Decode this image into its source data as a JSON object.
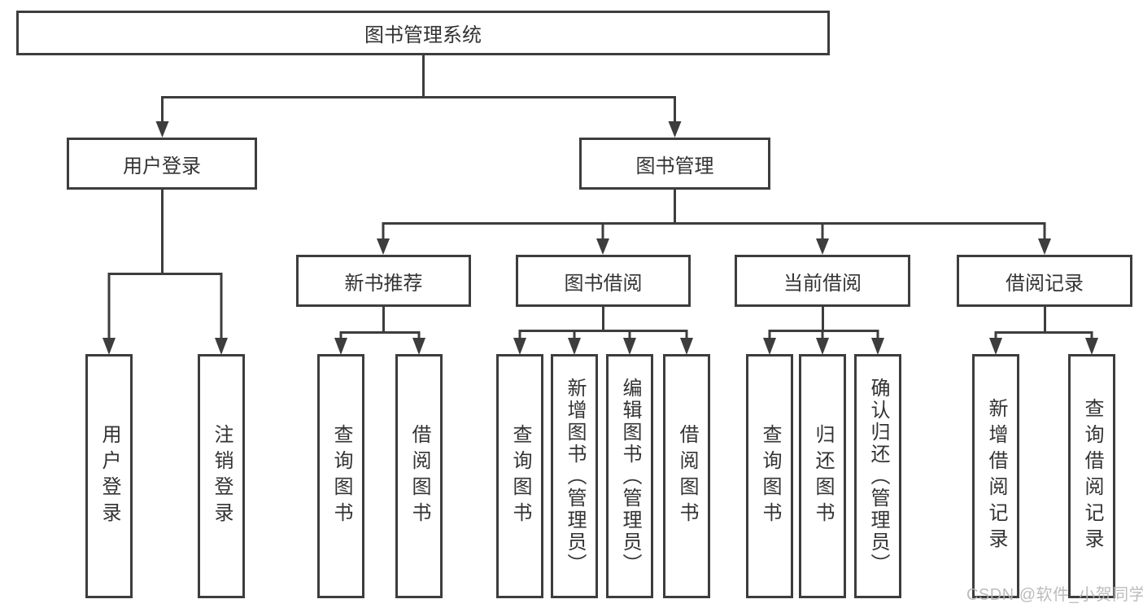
{
  "diagram": {
    "title": "图书管理系统",
    "type": "hierarchy-tree",
    "colors": {
      "line": "#3d3d3d",
      "box_border": "#3d3d3d",
      "box_fill": "#ffffff",
      "text": "#333333",
      "watermark": "#b5b5b5",
      "background": "#ffffff"
    },
    "root": {
      "label": "图书管理系统"
    },
    "branches": [
      {
        "label": "用户登录",
        "children": [
          {
            "label": "用户登录"
          },
          {
            "label": "注销登录"
          }
        ]
      },
      {
        "label": "图书管理",
        "children": [
          {
            "label": "新书推荐",
            "children": [
              {
                "label": "查询图书"
              },
              {
                "label": "借阅图书"
              }
            ]
          },
          {
            "label": "图书借阅",
            "children": [
              {
                "label": "查询图书"
              },
              {
                "label": "新增图书（管理员）"
              },
              {
                "label": "编辑图书（管理员）"
              },
              {
                "label": "借阅图书"
              }
            ]
          },
          {
            "label": "当前借阅",
            "children": [
              {
                "label": "查询图书"
              },
              {
                "label": "归还图书"
              },
              {
                "label": "确认归还（管理员）"
              }
            ]
          },
          {
            "label": "借阅记录",
            "children": [
              {
                "label": "新增借阅记录"
              },
              {
                "label": "查询借阅记录"
              }
            ]
          }
        ]
      }
    ],
    "watermark": {
      "text": "CSDN @软件_小贺同学"
    }
  }
}
